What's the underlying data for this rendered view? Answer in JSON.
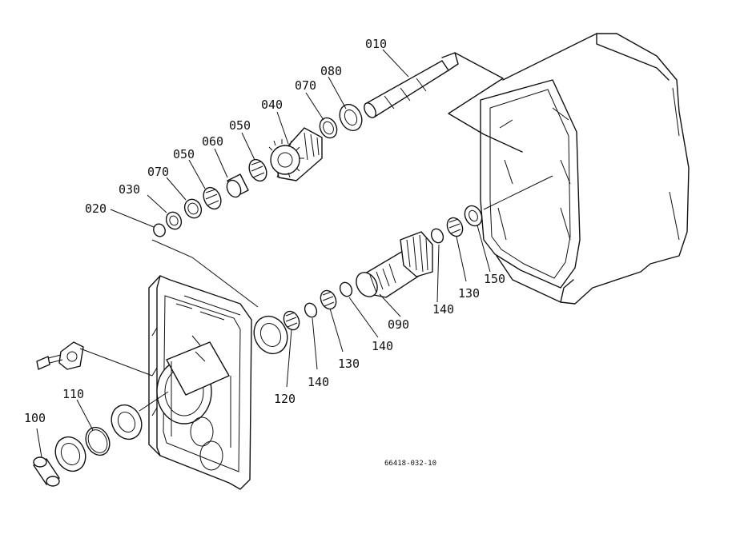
{
  "drawing_number": "66418-032-10",
  "callouts": {
    "c010": "010",
    "c080": "080",
    "c070a": "070",
    "c040": "040",
    "c050a": "050",
    "c060": "060",
    "c050b": "050",
    "c070b": "070",
    "c030": "030",
    "c020": "020",
    "c090": "090",
    "c130a": "130",
    "c140a": "140",
    "c150": "150",
    "c140b": "140",
    "c130b": "130",
    "c140c": "140",
    "c120": "120",
    "c110": "110",
    "c100": "100"
  }
}
